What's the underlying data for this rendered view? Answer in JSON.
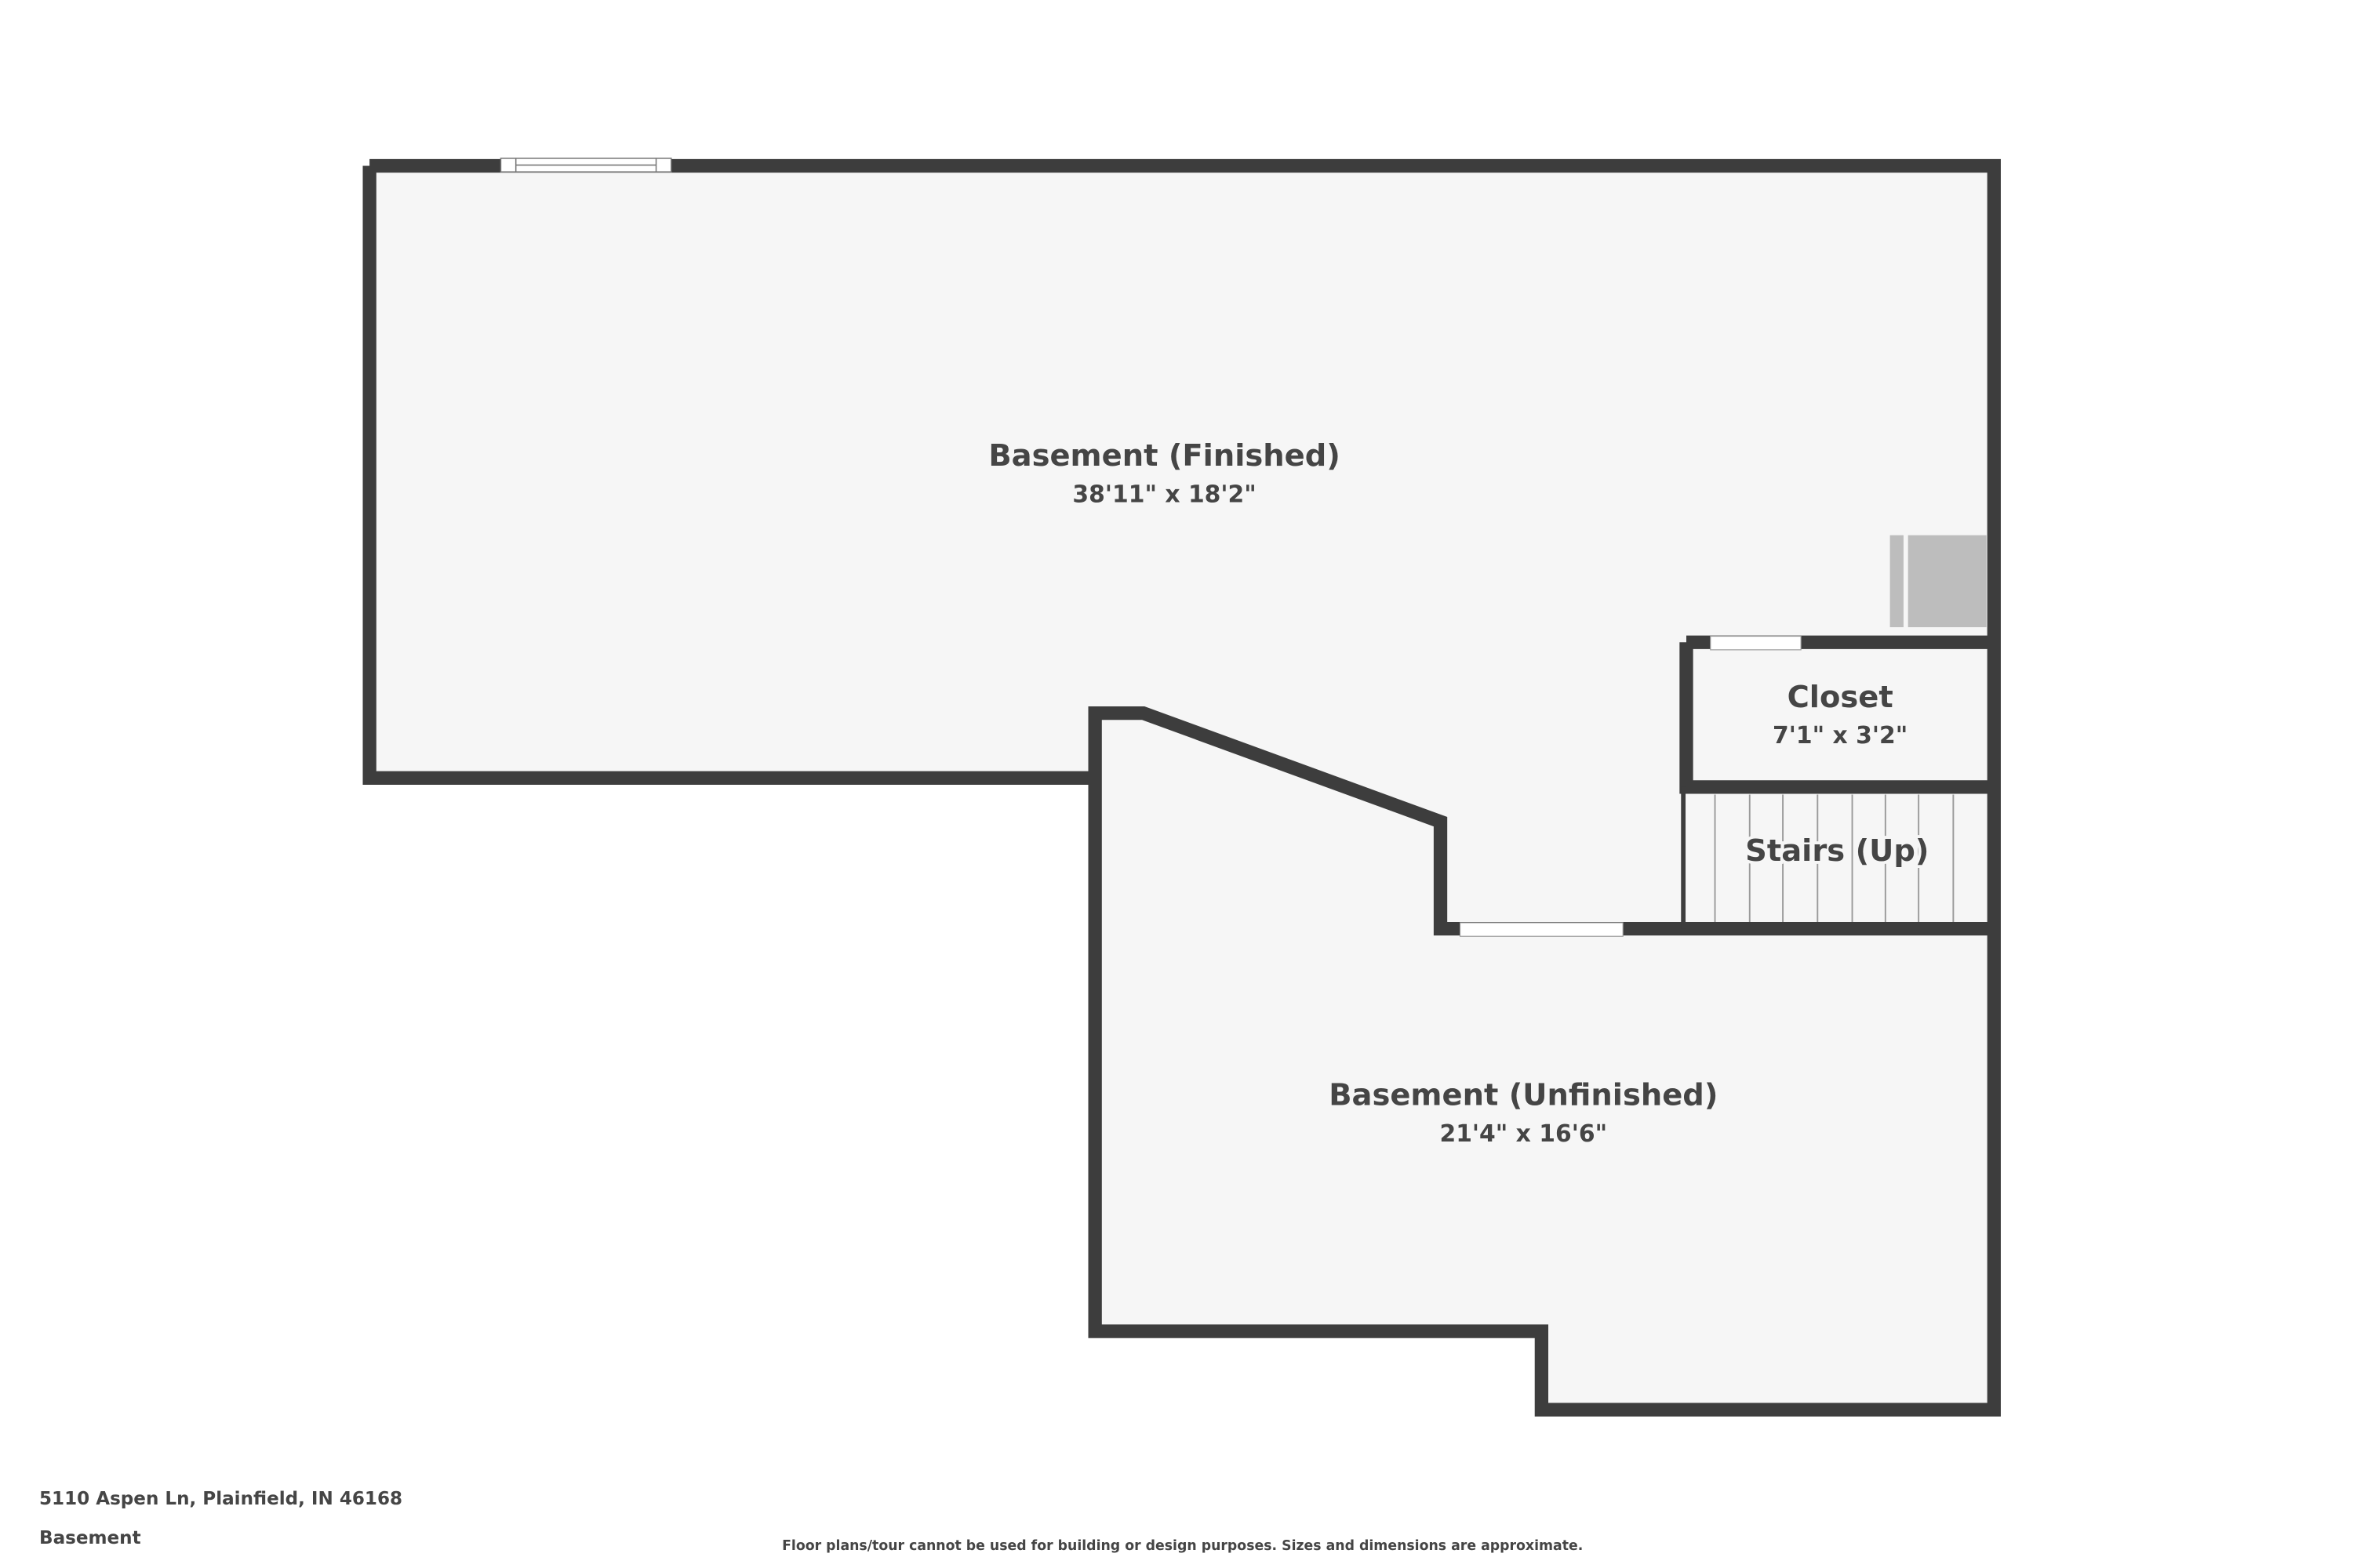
{
  "rooms": [
    {
      "name": "Basement (Finished)",
      "dimensions": "38'11\" x 18'2\""
    },
    {
      "name": "Closet",
      "dimensions": "7'1\" x 3'2\""
    },
    {
      "name": "Stairs (Up)"
    },
    {
      "name": "Basement (Unfinished)",
      "dimensions": "21'4\" x 16'6\""
    }
  ],
  "footer": {
    "address": "5110 Aspen Ln, Plainfield, IN 46168",
    "floor": "Basement",
    "disclaimer": "Floor plans/tour cannot be used for building or design purposes. Sizes and dimensions are approximate."
  },
  "colors": {
    "wall": "#3d3d3d",
    "floor": "#f6f6f6",
    "text": "#454545",
    "appliance": "#bdbdbd"
  }
}
